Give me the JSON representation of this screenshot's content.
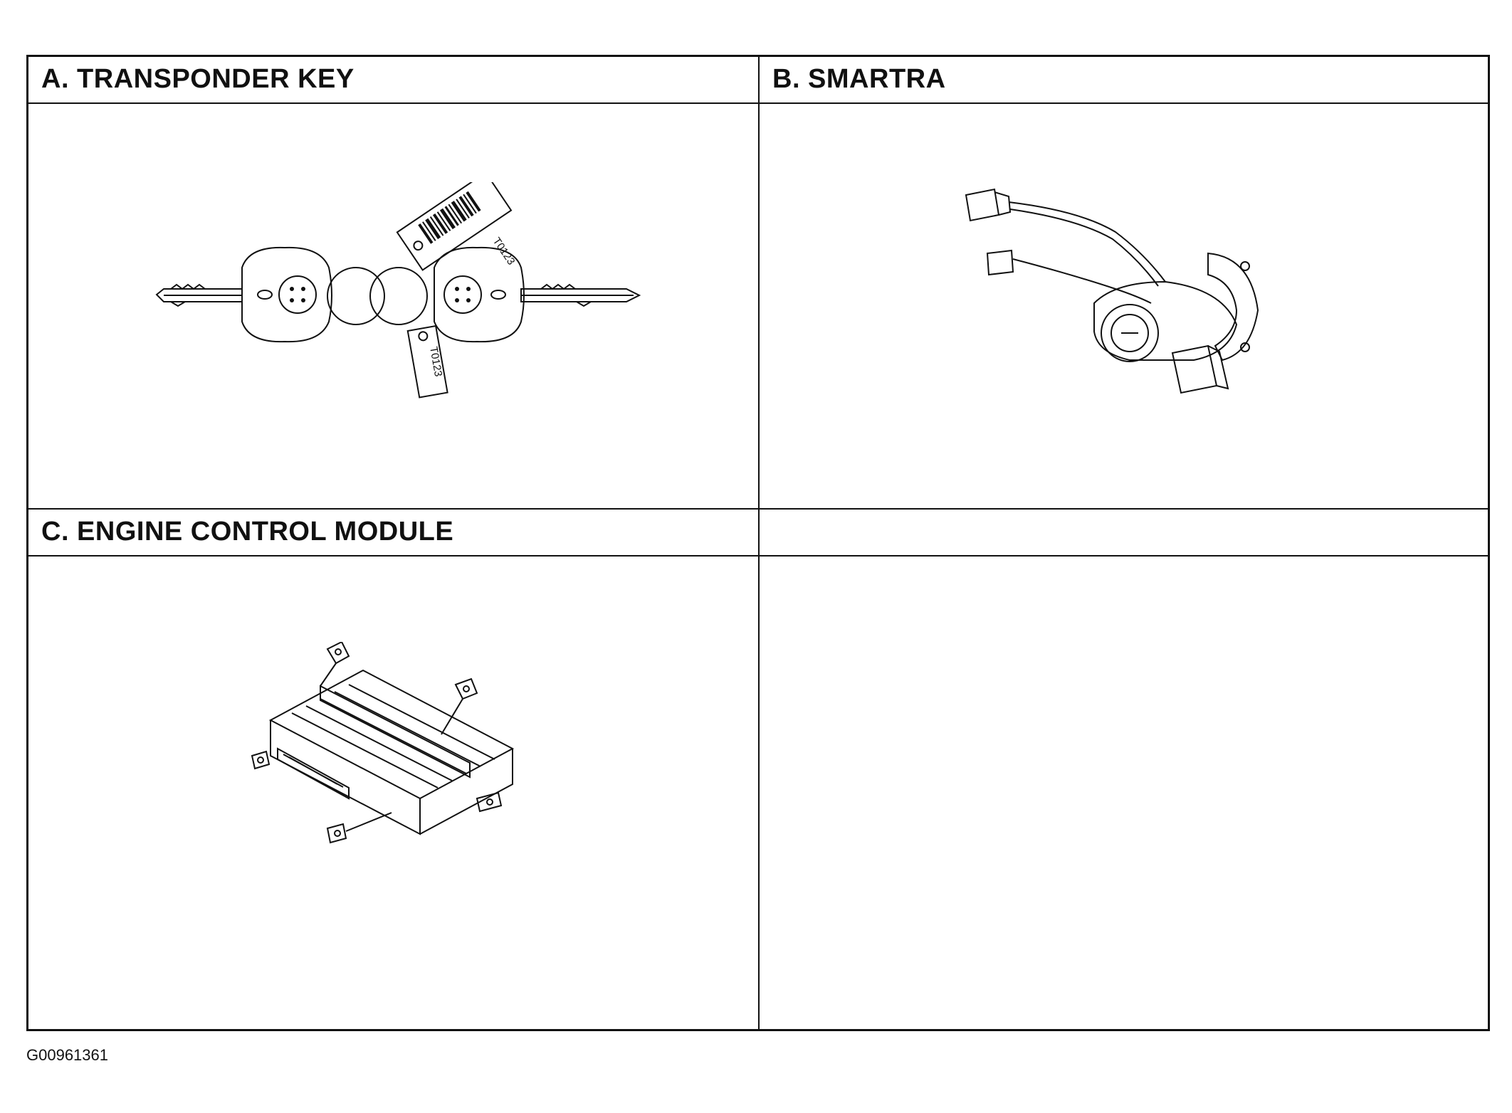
{
  "panels": {
    "a": {
      "title": "A. TRANSPONDER KEY",
      "tag_code": "T0123"
    },
    "b": {
      "title": "B. SMARTRA"
    },
    "c": {
      "title": "C. ENGINE CONTROL MODULE"
    },
    "d": {
      "title": ""
    }
  },
  "figure_id": "G00961361"
}
